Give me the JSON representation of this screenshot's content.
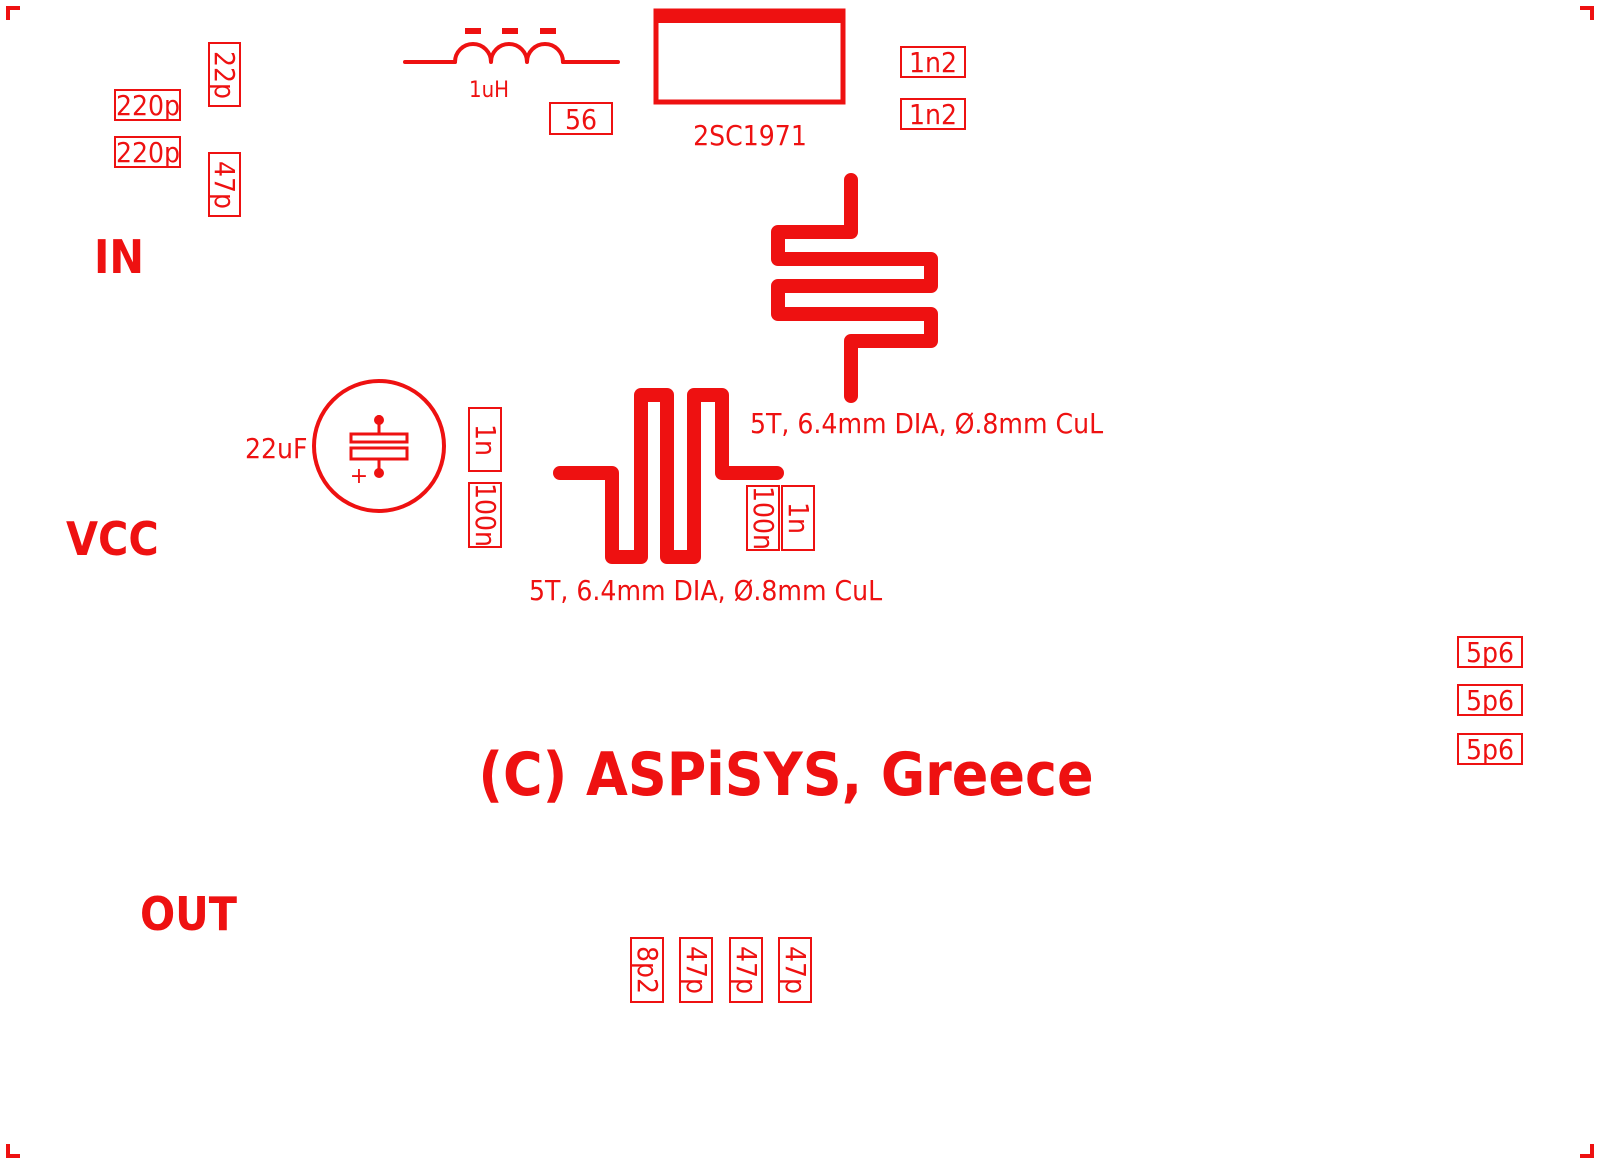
{
  "colors": {
    "silkscreen": "#ee1111",
    "background": "#ffffff"
  },
  "labels": {
    "input": "IN",
    "supply": "VCC",
    "output": "OUT",
    "copyright": "(C) ASPiSYS, Greece"
  },
  "inductor": {
    "value": "1uH"
  },
  "transistor": {
    "part": "2SC1971"
  },
  "electrolytic": {
    "value": "22uF",
    "polarity": "+"
  },
  "coils": {
    "upper_spec": "5T, 6.4mm DIA, Ø.8mm CuL",
    "lower_spec": "5T, 6.4mm DIA, Ø.8mm CuL"
  },
  "components": {
    "c_220p_a": "220p",
    "c_220p_b": "220p",
    "c_22p": "22p",
    "c_47p_in": "47p",
    "r_56": "56",
    "c_1n2_a": "1n2",
    "c_1n2_b": "1n2",
    "c_1n_left": "1n",
    "c_100n_left": "100n",
    "c_100n_right": "100n",
    "c_1n_right": "1n",
    "c_5p6_a": "5p6",
    "c_5p6_b": "5p6",
    "c_5p6_c": "5p6",
    "c_8p2": "8p2",
    "c_47p_a": "47p",
    "c_47p_b": "47p",
    "c_47p_c": "47p"
  }
}
